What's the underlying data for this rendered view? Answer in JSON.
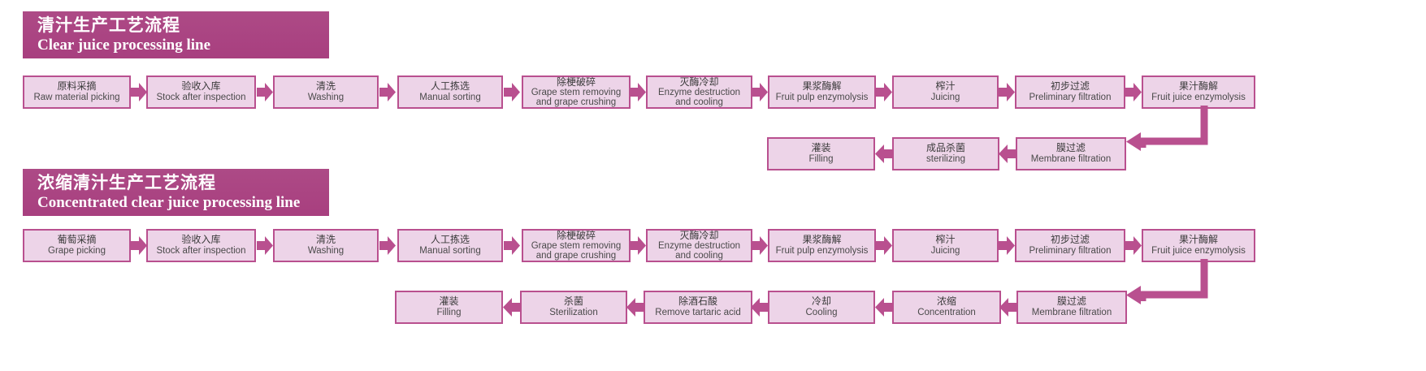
{
  "page": {
    "title": "Juice processing line flowcharts",
    "colors": {
      "banner_bg": "#a94283",
      "node_fill": "#edd4e8",
      "node_border": "#b9508f",
      "arrow": "#b9508f",
      "background": "#ffffff",
      "banner_text": "#ffffff",
      "node_text": "#3a3a3a"
    }
  },
  "sections": [
    {
      "id": "clear-juice",
      "banner": {
        "cn": "清汁生产工艺流程",
        "en": "Clear juice processing line"
      },
      "row1": [
        {
          "cn": "原料采摘",
          "en": "Raw material picking"
        },
        {
          "cn": "验收入库",
          "en": "Stock after inspection"
        },
        {
          "cn": "清洗",
          "en": "Washing"
        },
        {
          "cn": "人工拣选",
          "en": "Manual sorting"
        },
        {
          "cn": "除梗破碎",
          "en": "Grape stem removing\nand grape crushing"
        },
        {
          "cn": "灭酶冷却",
          "en": "Enzyme destruction\nand cooling"
        },
        {
          "cn": "果浆酶解",
          "en": "Fruit pulp enzymolysis"
        },
        {
          "cn": "榨汁",
          "en": "Juicing"
        },
        {
          "cn": "初步过滤",
          "en": "Preliminary filtration"
        },
        {
          "cn": "果汁酶解",
          "en": "Fruit juice enzymolysis"
        }
      ],
      "row2": [
        {
          "cn": "灌装",
          "en": "Filling"
        },
        {
          "cn": "成品杀菌",
          "en": "sterilizing"
        },
        {
          "cn": "膜过滤",
          "en": "Membrane filtration"
        }
      ]
    },
    {
      "id": "concentrated-clear-juice",
      "banner": {
        "cn": "浓缩清汁生产工艺流程",
        "en": "Concentrated clear juice processing line"
      },
      "row1": [
        {
          "cn": "葡萄采摘",
          "en": "Grape picking"
        },
        {
          "cn": "验收入库",
          "en": "Stock after inspection"
        },
        {
          "cn": "清洗",
          "en": "Washing"
        },
        {
          "cn": "人工拣选",
          "en": "Manual sorting"
        },
        {
          "cn": "除梗破碎",
          "en": "Grape stem removing\nand grape crushing"
        },
        {
          "cn": "灭酶冷却",
          "en": "Enzyme destruction\nand cooling"
        },
        {
          "cn": "果浆酶解",
          "en": "Fruit pulp enzymolysis"
        },
        {
          "cn": "榨汁",
          "en": "Juicing"
        },
        {
          "cn": "初步过滤",
          "en": "Preliminary filtration"
        },
        {
          "cn": "果汁酶解",
          "en": "Fruit juice enzymolysis"
        }
      ],
      "row2": [
        {
          "cn": "灌装",
          "en": "Filling"
        },
        {
          "cn": "杀菌",
          "en": "Sterilization"
        },
        {
          "cn": "除酒石酸",
          "en": "Remove tartaric acid"
        },
        {
          "cn": "冷却",
          "en": "Cooling"
        },
        {
          "cn": "浓缩",
          "en": "Concentration"
        },
        {
          "cn": "膜过滤",
          "en": "Membrane filtration"
        }
      ]
    }
  ]
}
